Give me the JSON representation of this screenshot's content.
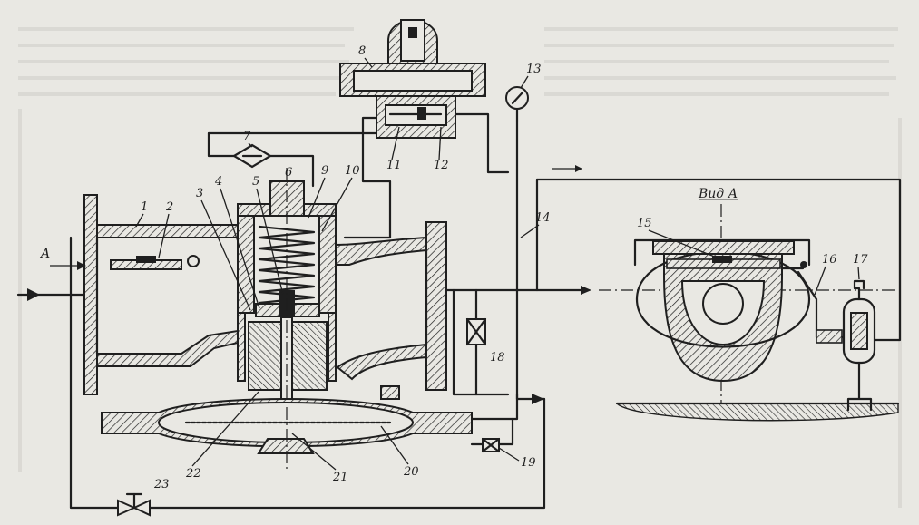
{
  "figure": {
    "view_title": "Вид А",
    "inlet_label": "A",
    "callouts": [
      "1",
      "2",
      "3",
      "4",
      "5",
      "6",
      "7",
      "8",
      "9",
      "10",
      "11",
      "12",
      "13",
      "14",
      "15",
      "16",
      "17",
      "18",
      "19",
      "20",
      "21",
      "22",
      "23"
    ]
  },
  "colors": {
    "paper": "#e9e8e3",
    "ink": "#1f1f1f",
    "bleed_through": "#a9a8a2"
  }
}
